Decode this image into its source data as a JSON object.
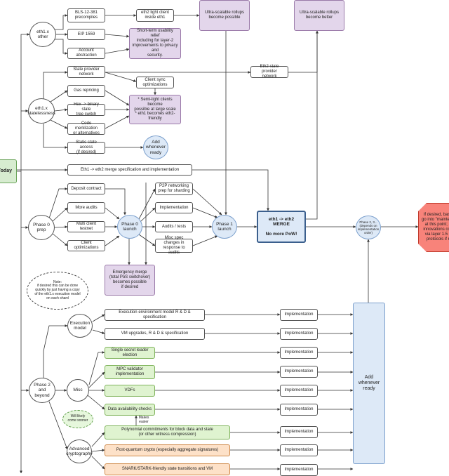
{
  "nodes": {
    "today": "Today",
    "eth1x_other": "eth1.x\nother",
    "bls": "BLS-12-381\nprecompiles",
    "eth2_light": "eth2 light client\ninside eth1",
    "ultra1": "Ultra-scalable rollups\nbecome possible",
    "ultra2": "Ultra-scalable rollups\nbecome better",
    "eip1559": "EIP 1559",
    "short_term": "Short-term usability relief\nincluding for layer-2\nimprovements to privacy and\nsecurity.",
    "account_abstraction": "Account abstraction",
    "state_provider": "State provider\nnetwork",
    "eth2_state_provider": "Eth2 state provider\nnetwork",
    "eth1x_stateless": "eth1.x\nstatelessness",
    "client_sync": "Client sync\noptimizations",
    "gas_repricing": "Gas repricing",
    "hex_binary": "Hex -> binary state\ntree switch",
    "semi_light": "* Semi-light clients become\npossible at large scale\n* eth1 becomes eth2-friendly",
    "code_merkle": "Code merklization\nor alternatives",
    "static_state": "Static state access\n(if desired)",
    "add_whenever1": "Add\nwhenever\nready",
    "merge_spec": "Eth1 -> eth2 merge specification and implementation",
    "deposit_contract": "Deposit contract",
    "p2p": "P2P networking\nprep for sharding",
    "more_audits": "More audits",
    "implementation_p0": "Implementation",
    "phase0_prep": "Phase 0\nprep",
    "multi_client": "Multi client testnet",
    "phase0_launch": "Phase 0\nlaunch",
    "audits_tests": "Audits / tests",
    "phase1_launch": "Phase 1\nlaunch",
    "merge_title": "eth1 -> eth2 MERGE",
    "merge_sub": "No more PoW!",
    "phase23": "Phase 2, 3...\n(depends on\nimplementation\norder)",
    "if_desired": "If desired, base\ngo into \"maintena\nat this point; a\ninnovations cou\nvia layer 1.5 c\nprotocols if r",
    "client_opt": "Client optimizations",
    "misc_spec": "Misc spec changes in\nresponse to audits",
    "emergency": "Emergency merge\n(total PoS switchover)\nbecomes possible\nif desired",
    "note": "Note:\nif desired this can be done\nquickly by just having a copy\nof the eth1.x execution model\non each shard",
    "exec_model": "Execution\nmodel",
    "exec_env": "Execution environment model R & D & specification",
    "vm_upgrades": "VM upgrades, R & D & specification",
    "impl1": "Implementation",
    "impl2": "Implementation",
    "add_whenever2": "Add\nwhenever\nready",
    "ssle": "Single secret leader election",
    "impl3": "Implementation",
    "phase2_beyond": "Phase 2\nand beyond",
    "misc": "Misc",
    "mpc": "MPC validator\nimplementation",
    "impl4": "Implementation",
    "vdfs": "VDFs",
    "impl5": "Implementation",
    "data_avail": "Data availability checks",
    "impl6": "Implementation",
    "will_likely": "Will likely\ncome sooner",
    "makes_easier": "Makes\neasier",
    "poly": "Polynomial commitments for block data and state\n(or other witness compression)",
    "impl7": "Implementation",
    "adv_crypto": "Advanced\ncryptography",
    "pq_crypto": "Post-quantum crypto (especially aggregate signatures)",
    "impl8": "Implementation",
    "snark": "SNARK/STARK-friendly state transitions and VM",
    "impl9": "Implementation"
  },
  "colors": {
    "line": "#333333",
    "purple": "#e3d6eb",
    "green": "#dff3d0",
    "orange": "#fde1c8",
    "blue": "#dde9f7",
    "red": "#f8837a"
  }
}
